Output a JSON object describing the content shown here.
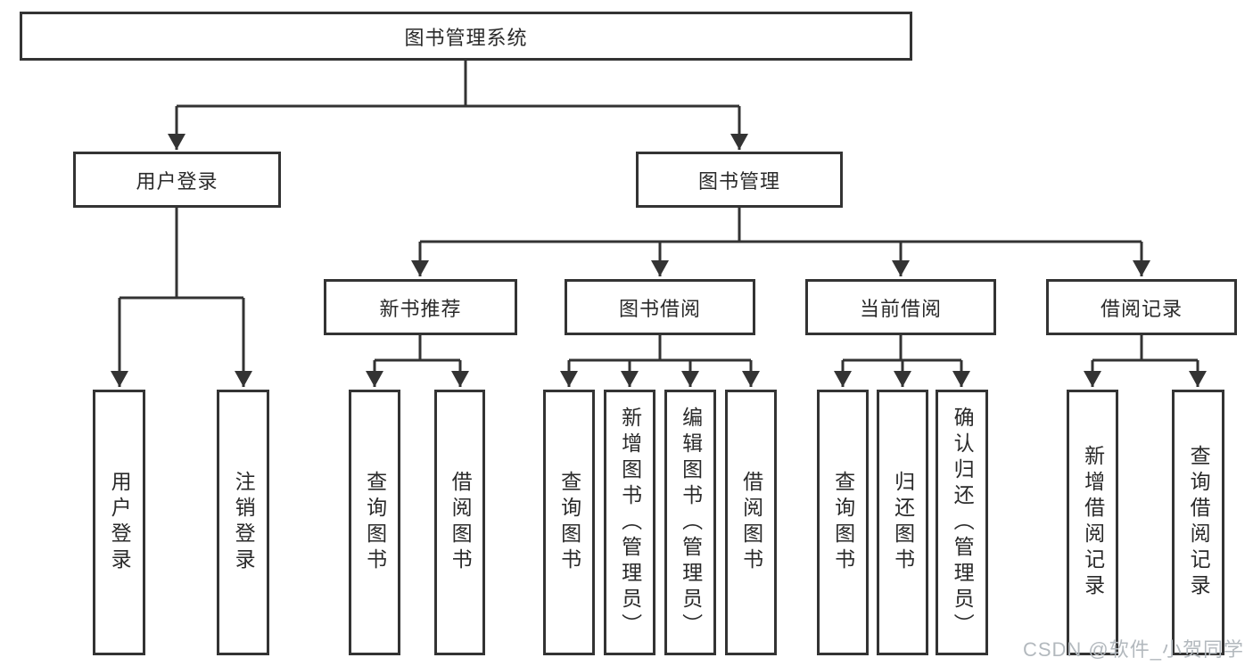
{
  "diagram": {
    "root": {
      "label": "图书管理系统"
    },
    "level2": [
      {
        "label": "用户登录"
      },
      {
        "label": "图书管理"
      }
    ],
    "level3": [
      {
        "label": "新书推荐"
      },
      {
        "label": "图书借阅"
      },
      {
        "label": "当前借阅"
      },
      {
        "label": "借阅记录"
      }
    ],
    "leaves": [
      {
        "label": "用户登录"
      },
      {
        "label": "注销登录"
      },
      {
        "label": "查询图书"
      },
      {
        "label": "借阅图书"
      },
      {
        "label": "查询图书"
      },
      {
        "label": "新增图书（管理员）"
      },
      {
        "label": "编辑图书（管理员）"
      },
      {
        "label": "借阅图书"
      },
      {
        "label": "查询图书"
      },
      {
        "label": "归还图书"
      },
      {
        "label": "确认归还（管理员）"
      },
      {
        "label": "新增借阅记录"
      },
      {
        "label": "查询借阅记录"
      }
    ],
    "colors": {
      "line": "#333333",
      "border": "#333333",
      "fill": "#ffffff",
      "text": "#2a2a2a",
      "watermark": "#b3b9be"
    }
  },
  "watermark": {
    "text": "CSDN @软件_小贺同学"
  }
}
